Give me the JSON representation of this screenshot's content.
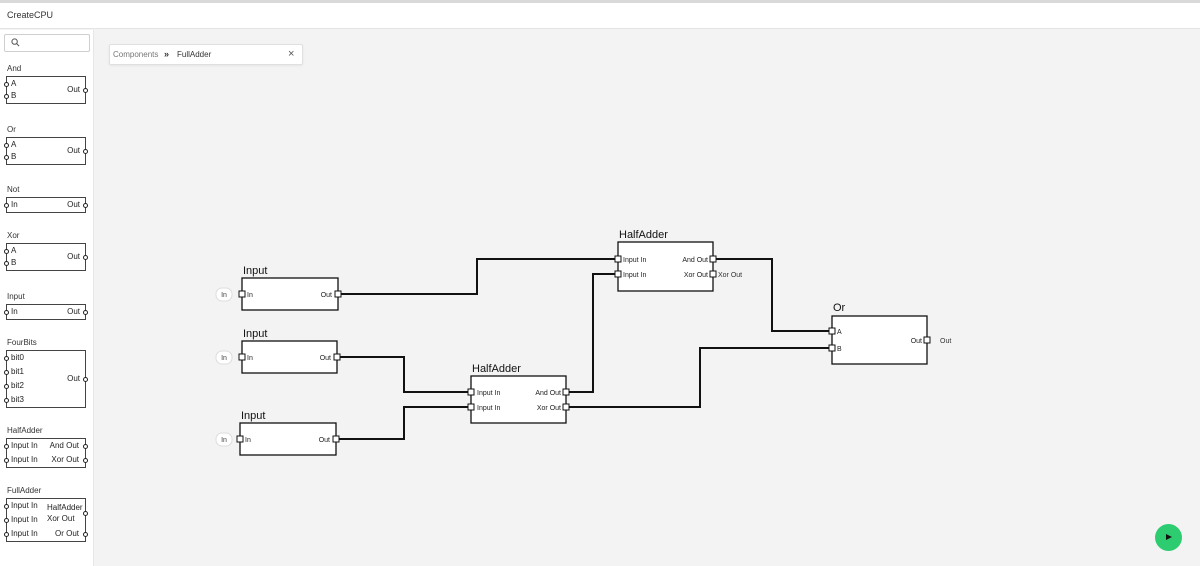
{
  "app": {
    "title": "CreateCPU"
  },
  "search": {
    "placeholder": ""
  },
  "palette": [
    {
      "name": "And",
      "inputs": [
        "A",
        "B"
      ],
      "outputs": [
        "Out"
      ]
    },
    {
      "name": "Or",
      "inputs": [
        "A",
        "B"
      ],
      "outputs": [
        "Out"
      ]
    },
    {
      "name": "Not",
      "inputs": [
        "In"
      ],
      "outputs": [
        "Out"
      ]
    },
    {
      "name": "Xor",
      "inputs": [
        "A",
        "B"
      ],
      "outputs": [
        "Out"
      ]
    },
    {
      "name": "Input",
      "inputs": [
        "In"
      ],
      "outputs": [
        "Out"
      ]
    },
    {
      "name": "FourBits",
      "inputs": [
        "bit0",
        "bit1",
        "bit2",
        "bit3"
      ],
      "outputs": [
        "Out"
      ]
    },
    {
      "name": "HalfAdder",
      "inputs": [
        "Input In",
        "Input In"
      ],
      "outputs": [
        "And Out",
        "Xor Out"
      ]
    },
    {
      "name": "FullAdder",
      "inputs": [
        "Input In",
        "Input In",
        "Input In"
      ],
      "outputs": [
        "HalfAdder Xor Out",
        "Or Out"
      ]
    }
  ],
  "breadcrumb": {
    "root": "Components",
    "separator": "»",
    "current": "FullAdder",
    "close": "×"
  },
  "circuit": {
    "nodes": [
      {
        "title": "Input",
        "external_in": "In",
        "inputs": [
          "In"
        ],
        "outputs": [
          "Out"
        ]
      },
      {
        "title": "Input",
        "external_in": "In",
        "inputs": [
          "In"
        ],
        "outputs": [
          "Out"
        ]
      },
      {
        "title": "Input",
        "external_in": "In",
        "inputs": [
          "In"
        ],
        "outputs": [
          "Out"
        ]
      },
      {
        "title": "HalfAdder",
        "inputs": [
          "Input In",
          "Input In"
        ],
        "outputs": [
          "And Out",
          "Xor Out"
        ]
      },
      {
        "title": "HalfAdder",
        "inputs": [
          "Input In",
          "Input In"
        ],
        "outputs": [
          "And Out",
          "Xor Out"
        ],
        "external_out": "Xor Out"
      },
      {
        "title": "Or",
        "inputs": [
          "A",
          "B"
        ],
        "outputs": [
          "Out"
        ],
        "external_out": "Out"
      }
    ]
  },
  "run_button": {
    "icon": "play-icon",
    "color": "#2ecc71"
  },
  "colors": {
    "wire": "#111111",
    "canvas": "#f3f3f3",
    "accent": "#2ecc71"
  }
}
